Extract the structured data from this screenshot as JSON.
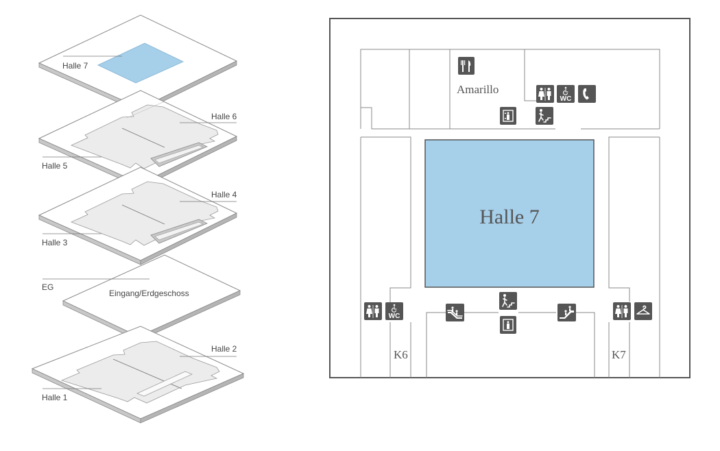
{
  "floors": {
    "halle7": "Halle 7",
    "halle6": "Halle 6",
    "halle5": "Halle 5",
    "halle4": "Halle 4",
    "halle3": "Halle 3",
    "eg": "EG",
    "eingang": "Eingang/Erdgeschoss",
    "halle2": "Halle 2",
    "halle1": "Halle 1"
  },
  "plan": {
    "hall_label": "Halle 7",
    "restaurant": "Amarillo",
    "k6": "K6",
    "k7": "K7",
    "wc_text": "WC"
  },
  "colors": {
    "highlight": "#a6cfe9",
    "highlight_border": "#555555",
    "slab_top": "#ffffff",
    "slab_side": "#c8c8c8",
    "slab_edge": "#8a8a8a",
    "hall_fill": "#ececec",
    "icon_bg": "#555555"
  },
  "icons": [
    "restaurant-icon",
    "toilets-icon",
    "wheelchair-wc-icon",
    "phone-icon",
    "elevator-icon",
    "stairs-icon",
    "escalator-icon",
    "cloakroom-icon"
  ]
}
